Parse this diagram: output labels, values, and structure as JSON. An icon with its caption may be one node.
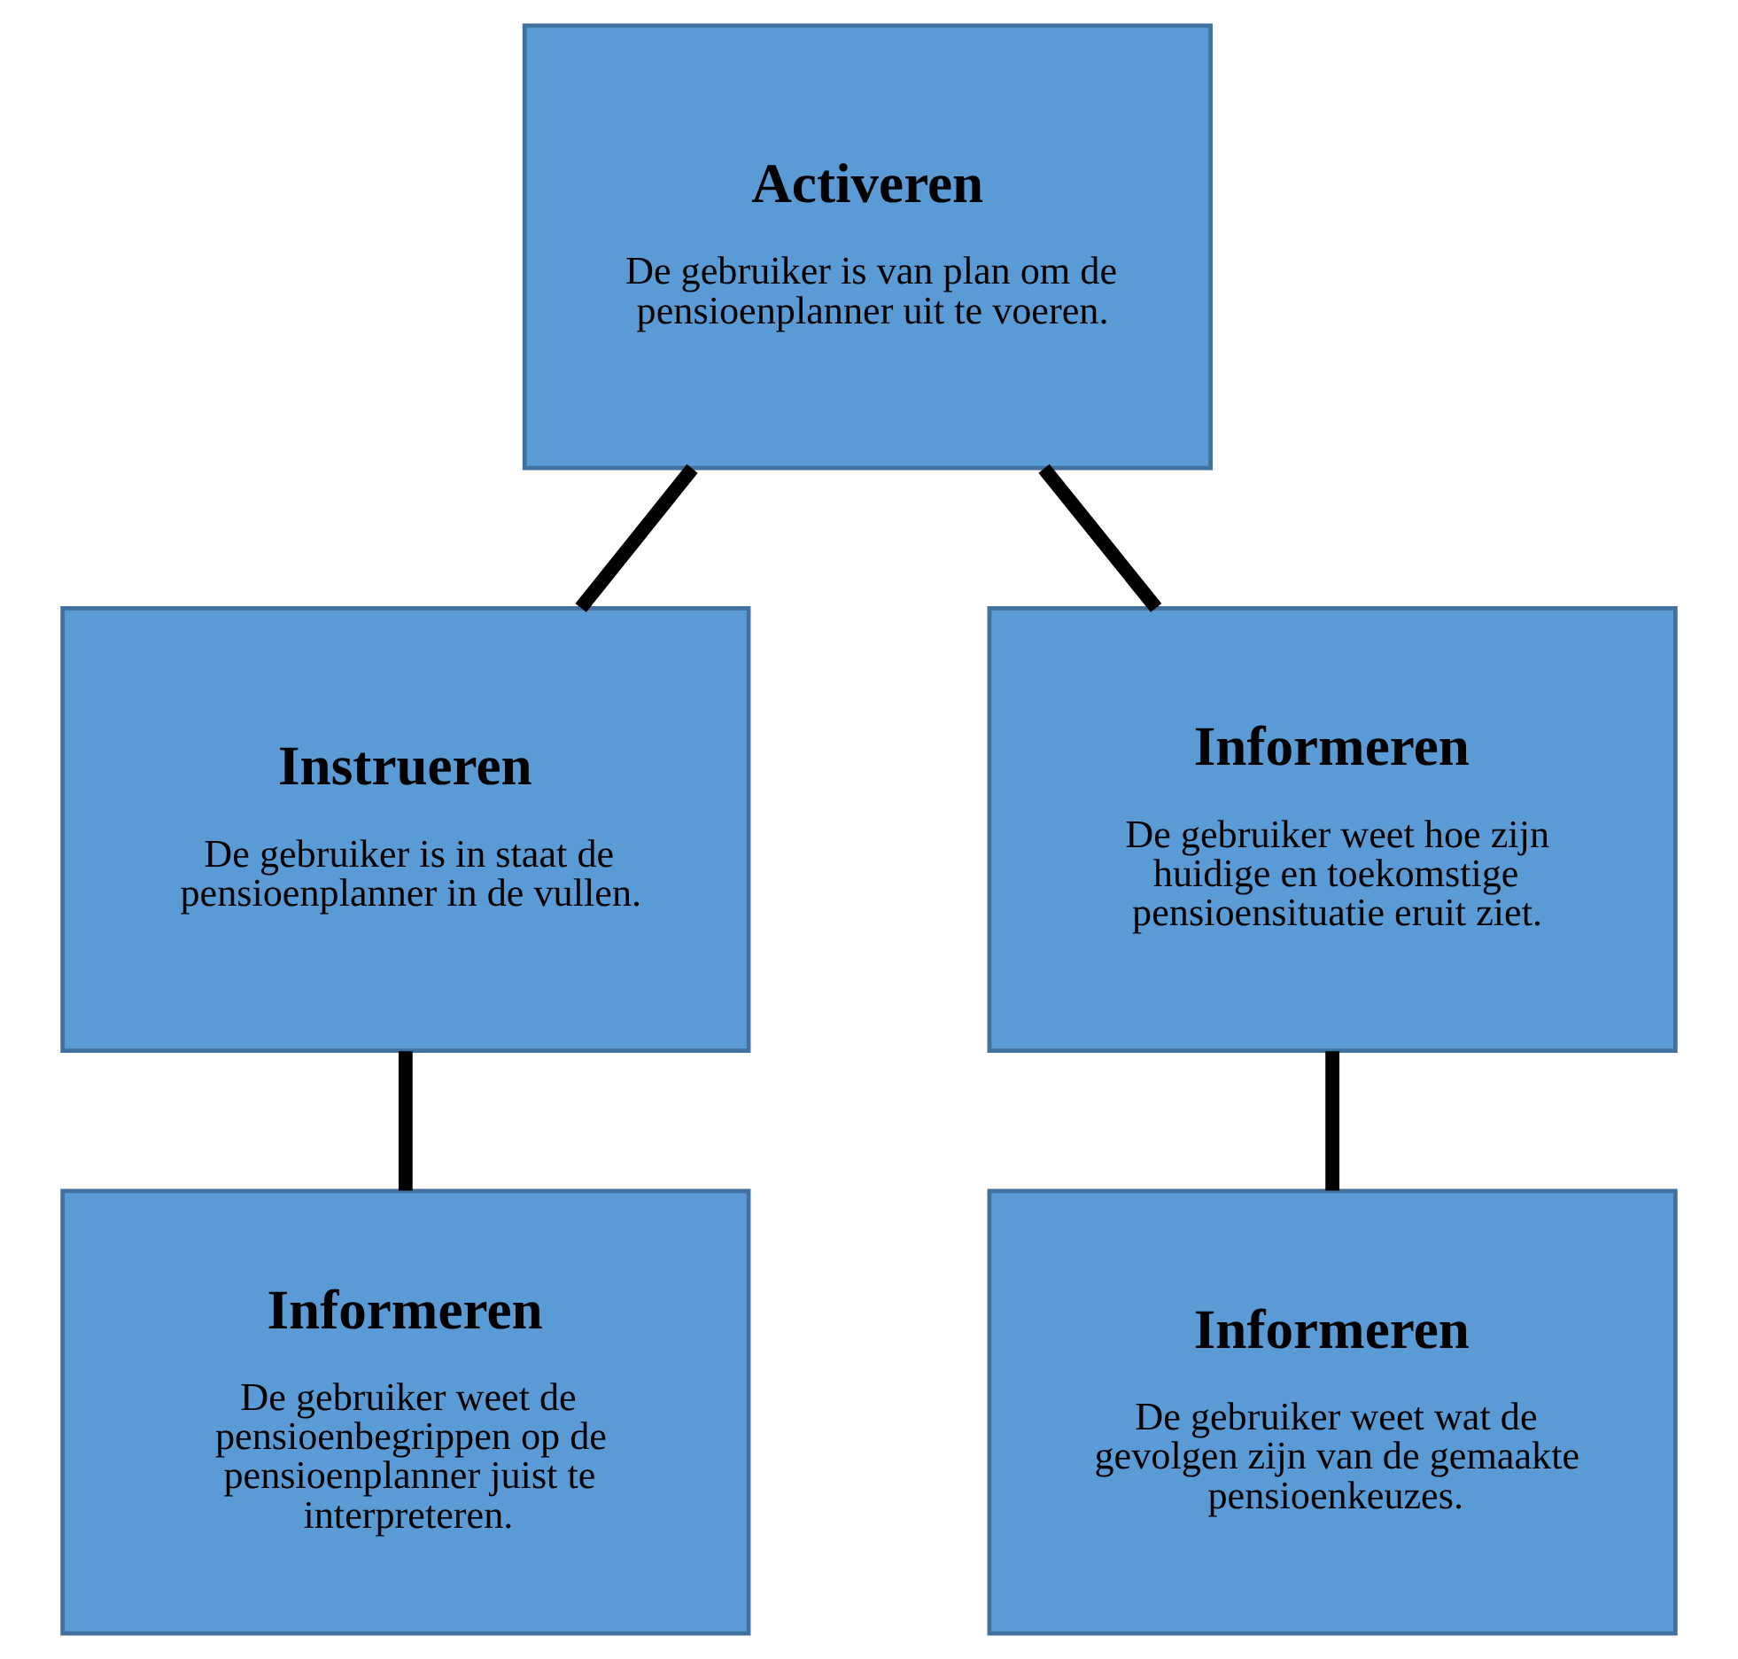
{
  "diagram": {
    "nodes": [
      {
        "text": [
          "Activeren",
          "De gebruiker is van plan om de pensioenplanner uit te voeren."
        ]
      },
      {
        "text": [
          "Instrueren",
          "De gebruiker is in staat de pensioenplanner in de vullen."
        ]
      },
      {
        "text": [
          "Informeren",
          "De gebruiker weet hoe zijn huidige en toekomstige pensioensituatie eruit ziet."
        ]
      },
      {
        "text": [
          "Informeren",
          "De gebruiker weet de pensioenbegrippen op de pensioenplanner juist te interpreteren."
        ]
      },
      {
        "text": [
          "Informeren",
          "De gebruiker weet wat de gevolgen zijn van de gemaakte pensioenkeuzes."
        ]
      }
    ],
    "edges": [
      {
        "from": 0,
        "to": 1,
        "arrow": "none"
      },
      {
        "from": 0,
        "to": 2,
        "arrow": "none"
      },
      {
        "from": 1,
        "to": 3,
        "arrow": "none"
      },
      {
        "from": 2,
        "to": 4,
        "arrow": "none"
      }
    ]
  }
}
